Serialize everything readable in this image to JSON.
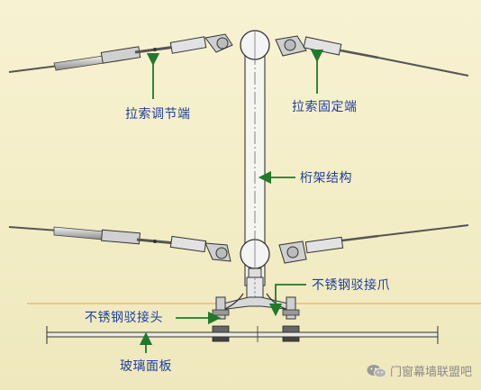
{
  "labels": {
    "adjust_end": "拉索调节端",
    "fixed_end": "拉索固定端",
    "truss": "桁架结构",
    "claw": "不锈钢驳接爪",
    "head": "不锈钢驳接头",
    "glass": "玻璃面板"
  },
  "watermark": {
    "text": "门窗幕墙联盟吧",
    "icon": "wechat-icon"
  },
  "colors": {
    "background": "#f4efc9",
    "arrow": "#1f7a2c",
    "label": "#1f3f9a",
    "steel": "#5a5a5a",
    "accent_line": "#e08a2a"
  }
}
